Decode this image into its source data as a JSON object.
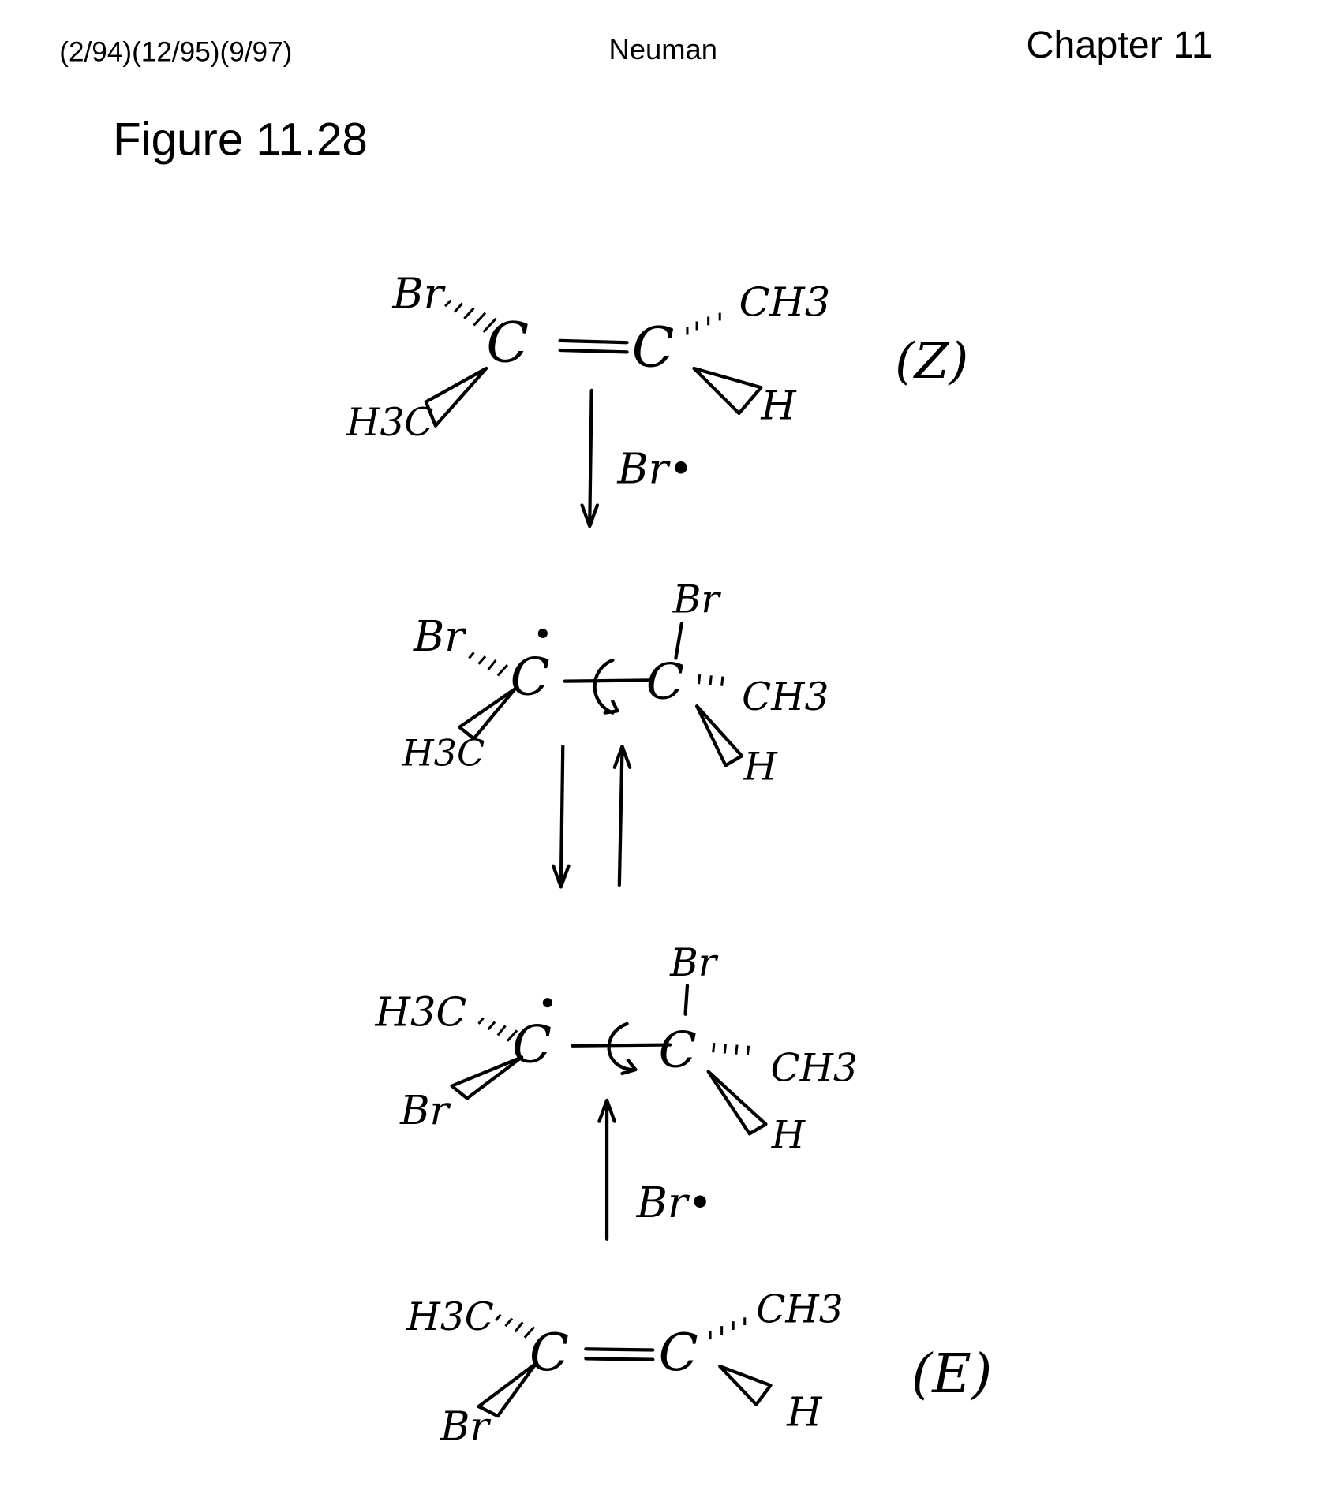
{
  "header": {
    "dates": "(2/94)(12/95)(9/97)",
    "author": "Neuman",
    "chapter": "Chapter 11"
  },
  "figure_title": "Figure 11.28",
  "scheme": {
    "z_alkene": {
      "left_top": "Br",
      "left_bottom": "H3C",
      "c1": "C",
      "c2": "C",
      "right_top": "CH3",
      "right_bottom": "H",
      "label": "(Z)"
    },
    "step1_reagent": "Br•",
    "radical1": {
      "top": "Br",
      "left_top": "Br",
      "left_bottom": "H3C",
      "c1": "C",
      "c2": "C",
      "right": "CH3",
      "right_bottom": "H"
    },
    "radical2": {
      "top": "Br",
      "left_top": "H3C",
      "left_bottom": "Br",
      "c1": "C",
      "c2": "C",
      "right": "CH3",
      "right_bottom": "H"
    },
    "step3_reagent": "Br•",
    "e_alkene": {
      "left_top": "H3C",
      "left_bottom": "Br",
      "c1": "C",
      "c2": "C",
      "right_top": "CH3",
      "right_bottom": "H",
      "label": "(E)"
    }
  }
}
